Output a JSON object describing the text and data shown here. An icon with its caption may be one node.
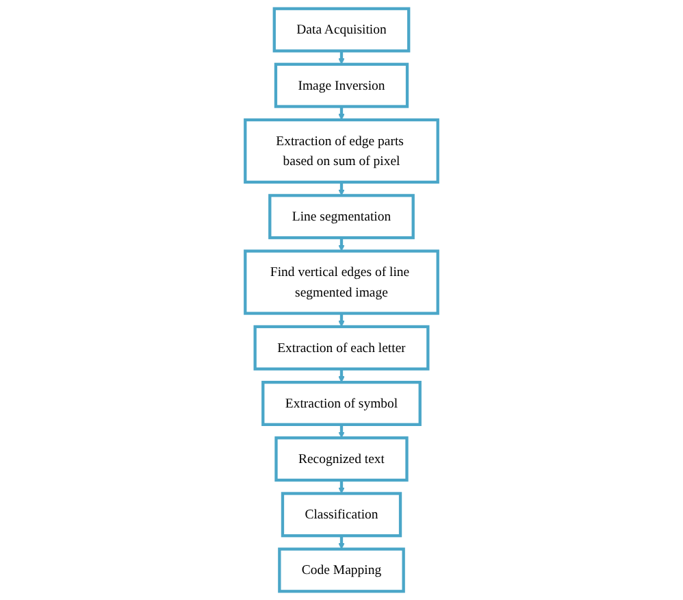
{
  "diagram": {
    "nodes": [
      {
        "text": [
          "Data Acquisition"
        ]
      },
      {
        "text": [
          "Image Inversion"
        ]
      },
      {
        "text": [
          "Extraction of edge parts based on sum of pixel"
        ]
      },
      {
        "text": [
          "Line segmentation"
        ]
      },
      {
        "text": [
          "Find vertical edges of line segmented image"
        ]
      },
      {
        "text": [
          "Extraction of each letter"
        ]
      },
      {
        "text": [
          "Extraction of symbol"
        ]
      },
      {
        "text": [
          "Recognized text"
        ]
      },
      {
        "text": [
          "Classification"
        ]
      },
      {
        "text": [
          "Code Mapping"
        ]
      }
    ],
    "edges": [
      {
        "from": 0,
        "to": 1,
        "arrow": "to"
      },
      {
        "from": 1,
        "to": 2,
        "arrow": "to"
      },
      {
        "from": 2,
        "to": 3,
        "arrow": "to"
      },
      {
        "from": 3,
        "to": 4,
        "arrow": "to"
      },
      {
        "from": 4,
        "to": 5,
        "arrow": "to"
      },
      {
        "from": 5,
        "to": 6,
        "arrow": "to"
      },
      {
        "from": 6,
        "to": 7,
        "arrow": "to"
      },
      {
        "from": 7,
        "to": 8,
        "arrow": "to"
      },
      {
        "from": 8,
        "to": 9,
        "arrow": "to"
      }
    ]
  }
}
